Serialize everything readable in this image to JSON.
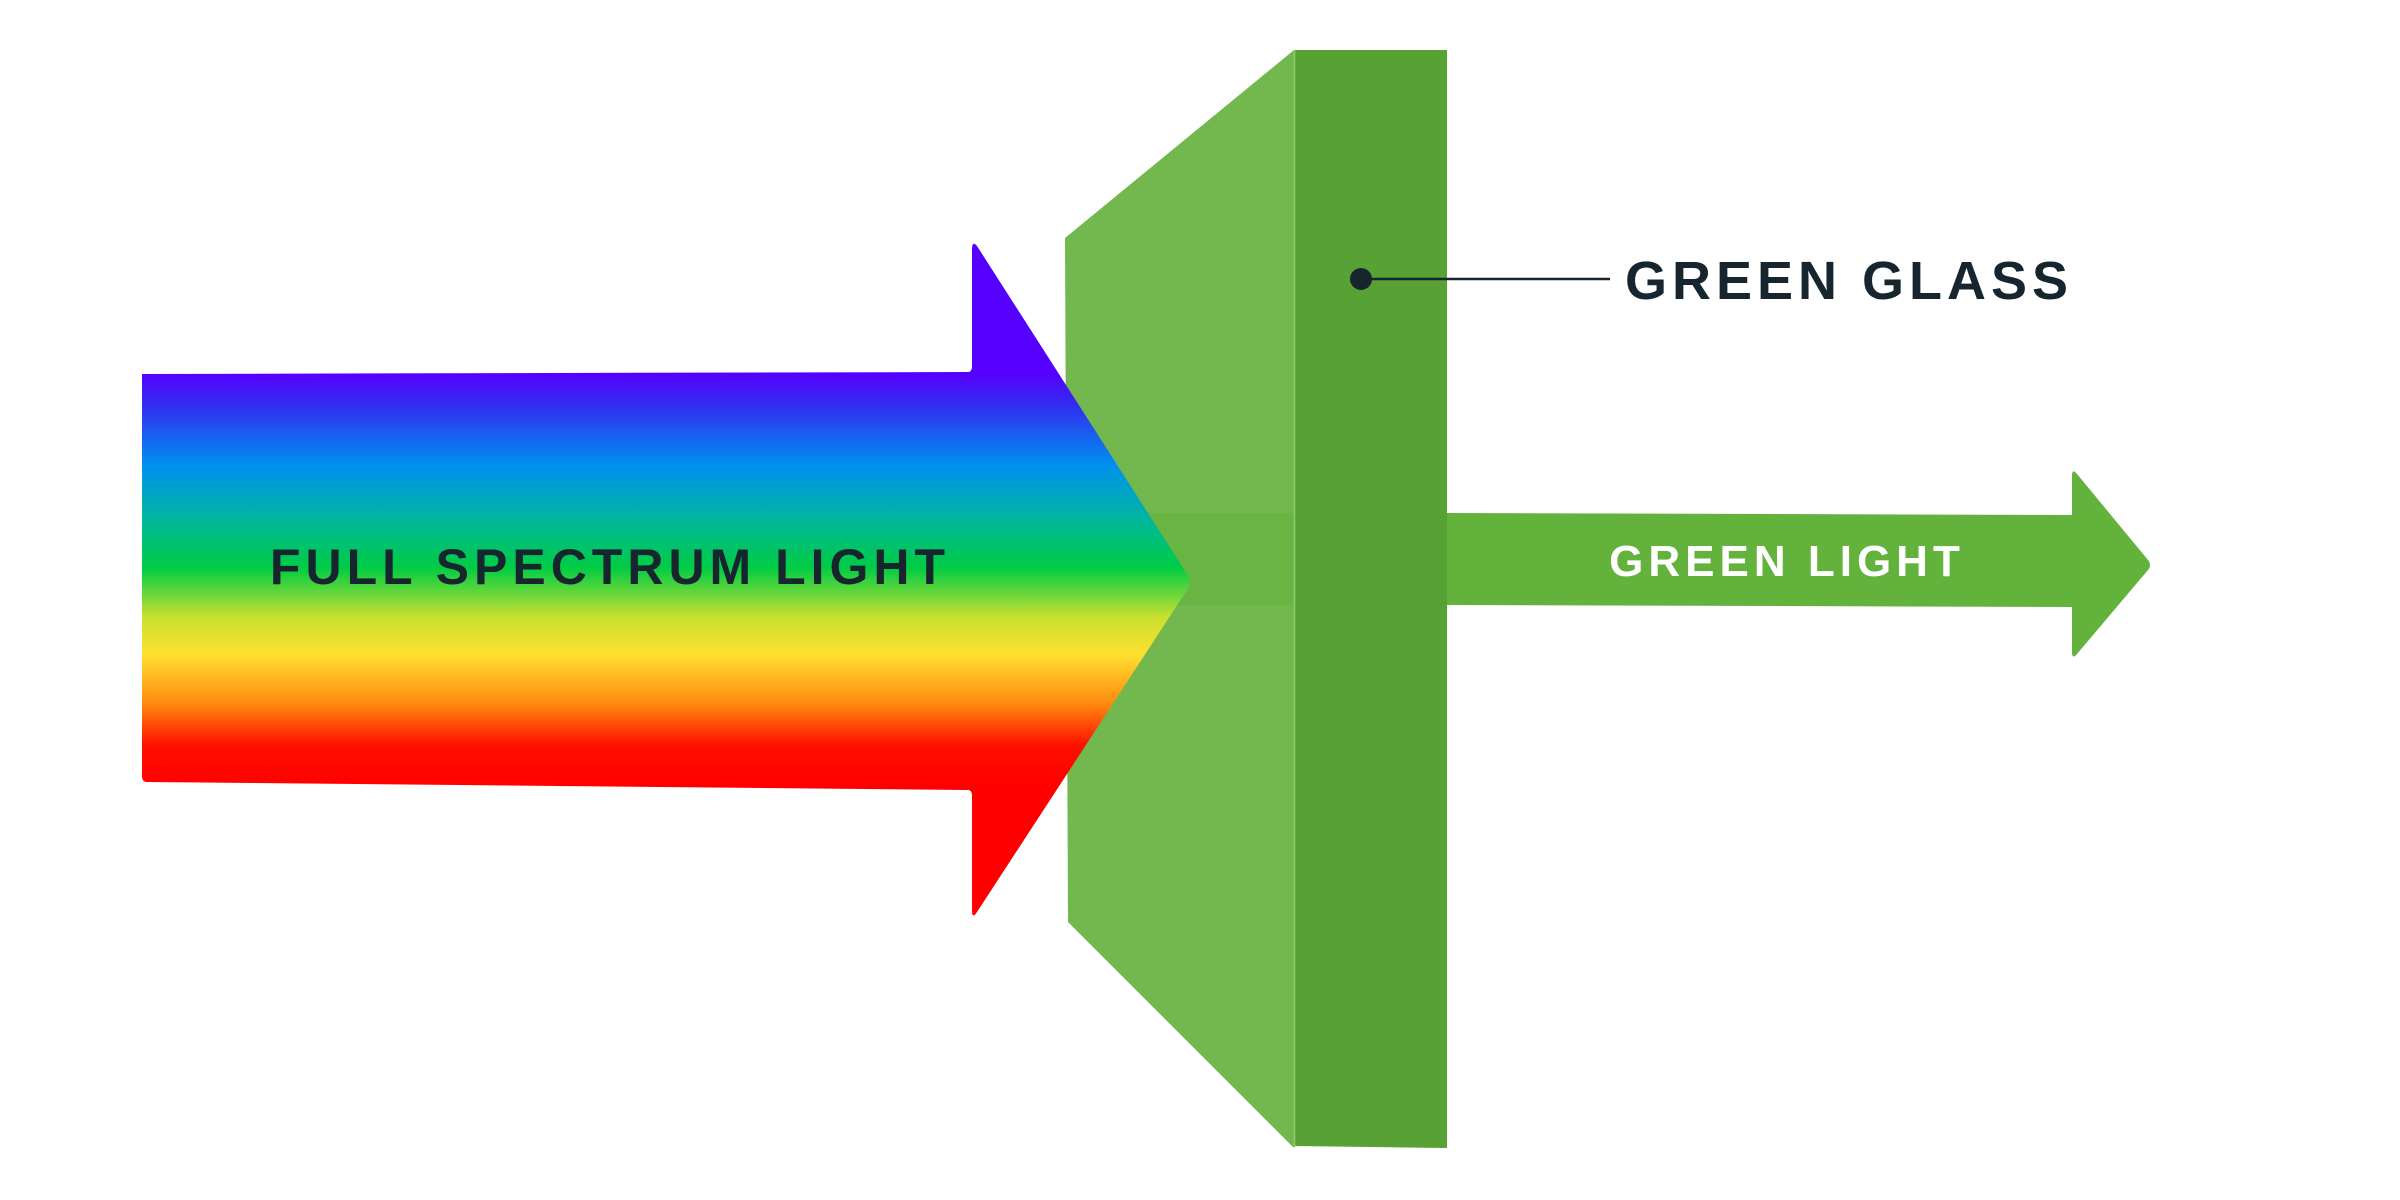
{
  "labels": {
    "full_spectrum": "FULL SPECTRUM LIGHT",
    "green_glass": "GREEN GLASS",
    "green_light": "GREEN LIGHT"
  },
  "colors": {
    "spectrum": [
      "#5500ff",
      "#3030f0",
      "#0090f0",
      "#00b898",
      "#00cc44",
      "#c8e030",
      "#ffe030",
      "#ff8a10",
      "#ff1000",
      "#ff0000"
    ],
    "glass_side": "#72b84e",
    "glass_front": "#57a135",
    "green_beam": "#62b23c",
    "text_dark": "#17262e",
    "text_light": "#ffffff"
  }
}
